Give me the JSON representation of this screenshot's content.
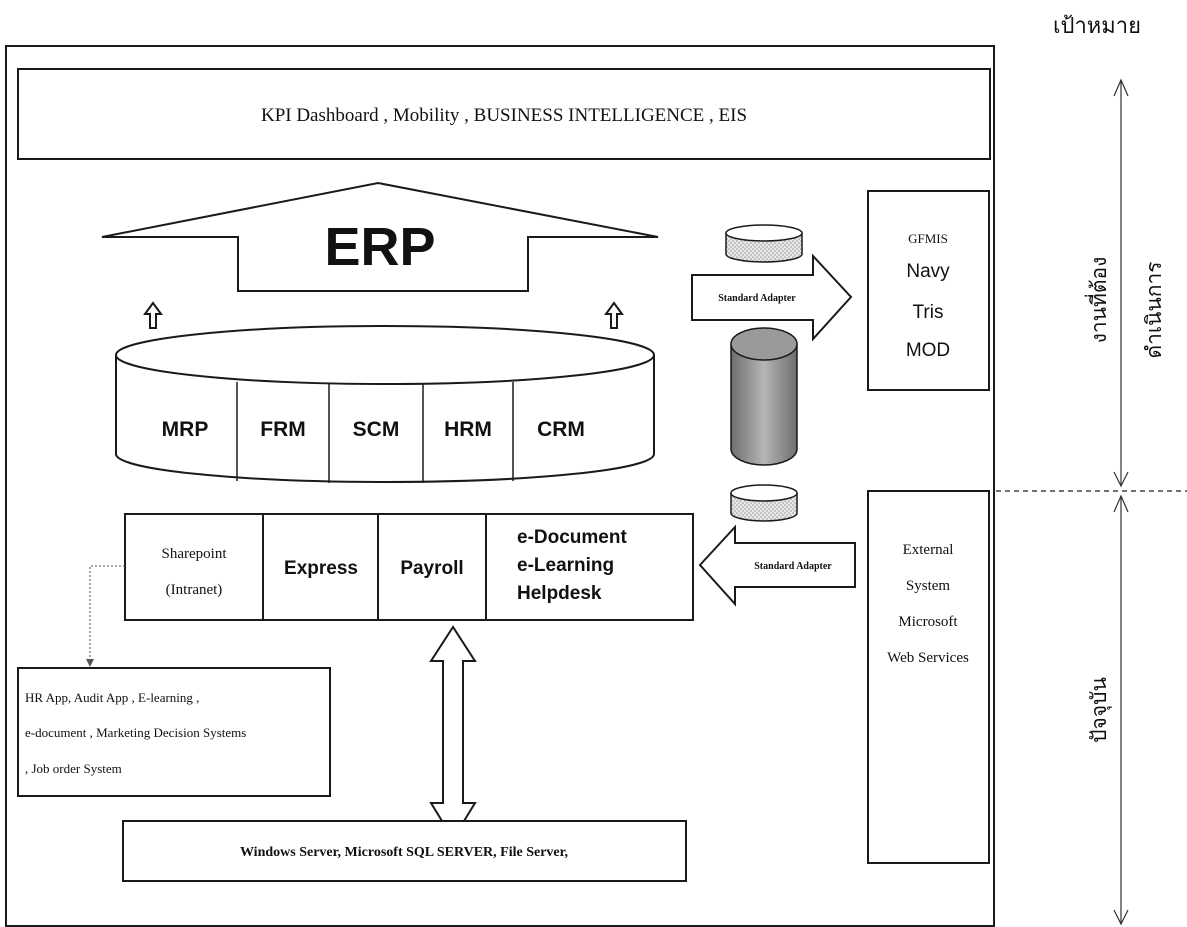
{
  "top_bar": {
    "text": "KPI Dashboard ,  Mobility , BUSINESS INTELLIGENCE , EIS"
  },
  "erp": {
    "title": "ERP"
  },
  "modules": [
    "MRP",
    "FRM",
    "SCM",
    "HRM",
    "CRM"
  ],
  "current_systems": {
    "sharepoint_line1": "Sharepoint",
    "sharepoint_line2": "(Intranet)",
    "express": "Express",
    "payroll": "Payroll",
    "edoc_line1": "e-Document",
    "edoc_line2": "e-Learning",
    "edoc_line3": "Helpdesk"
  },
  "adapters": {
    "upper": "Standard Adapter",
    "lower": "Standard Adapter"
  },
  "gov_systems": [
    "GFMIS",
    "Navy",
    "Tris",
    "MOD"
  ],
  "external_systems": [
    "External",
    "System",
    "Microsoft",
    "Web Services"
  ],
  "apps_box": {
    "line1": "HR App, Audit App , E-learning ,",
    "line2": "e-document , Marketing Decision Systems",
    "line3": ", Job order System"
  },
  "infra": {
    "text": "Windows Server, Microsoft SQL SERVER, File Server,"
  },
  "timeline": {
    "target": "เป้าหมาย",
    "to_do_line1": "งานที่ต้อง",
    "to_do_line2": "ดำเนินการ",
    "present": "ปัจจุบัน"
  },
  "colors": {
    "line": "#1a1a1a",
    "db_dark": "#8a8a8a",
    "db_light": "#e0e0e0"
  }
}
